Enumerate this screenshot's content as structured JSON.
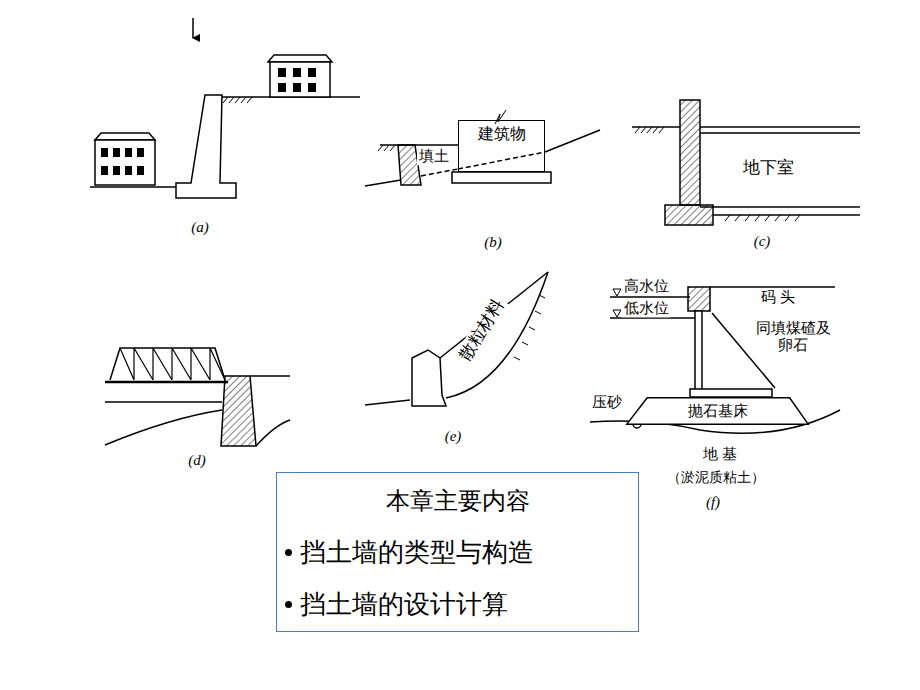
{
  "diagram": {
    "nodes": [
      {
        "text": [
          "建筑物"
        ]
      },
      {
        "text": [
          "抛石基床"
        ]
      },
      {
        "text": [
          "本章主要内容",
          "挡土墙的类型与构造",
          "挡土墙的设计计算"
        ]
      }
    ],
    "labels": [
      "(a)",
      "填土",
      "(b)",
      "地下室",
      "(c)",
      "(d)",
      "散粒材料",
      "(e)",
      "高水位",
      "低水位",
      "码 头",
      "同填煤碴及 卵石",
      "压砂",
      "地 基",
      "（淤泥质粘土）",
      "(f)"
    ]
  }
}
